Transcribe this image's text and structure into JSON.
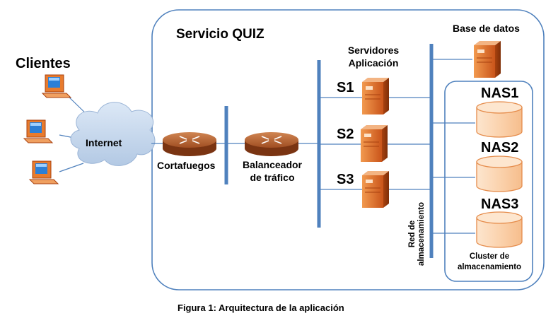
{
  "diagram": {
    "title": "Servicio QUIZ",
    "clients_label": "Clientes",
    "internet_label": "Internet",
    "firewall_label": "Cortafuegos",
    "balancer_label_line1": "Balanceador",
    "balancer_label_line2": "de tráfico",
    "servers_label_line1": "Servidores",
    "servers_label_line2": "Aplicación",
    "servers": [
      {
        "label": "S1"
      },
      {
        "label": "S2"
      },
      {
        "label": "S3"
      }
    ],
    "database_label": "Base de datos",
    "storage_net_line1": "Red de",
    "storage_net_line2": "almacenamiento",
    "nas": [
      {
        "label": "NAS1"
      },
      {
        "label": "NAS2"
      },
      {
        "label": "NAS3"
      }
    ],
    "cluster_line1": "Cluster de",
    "cluster_line2": "almacenamiento",
    "caption": "Figura 1: Arquitectura de la aplicación"
  },
  "colors": {
    "line": "#4f81bd",
    "router": "#b15a2a",
    "server": "#d35d1e",
    "nas_fill": "#fbd7b5",
    "nas_stroke": "#e58b4a",
    "cloud": "#c7d9ee"
  }
}
